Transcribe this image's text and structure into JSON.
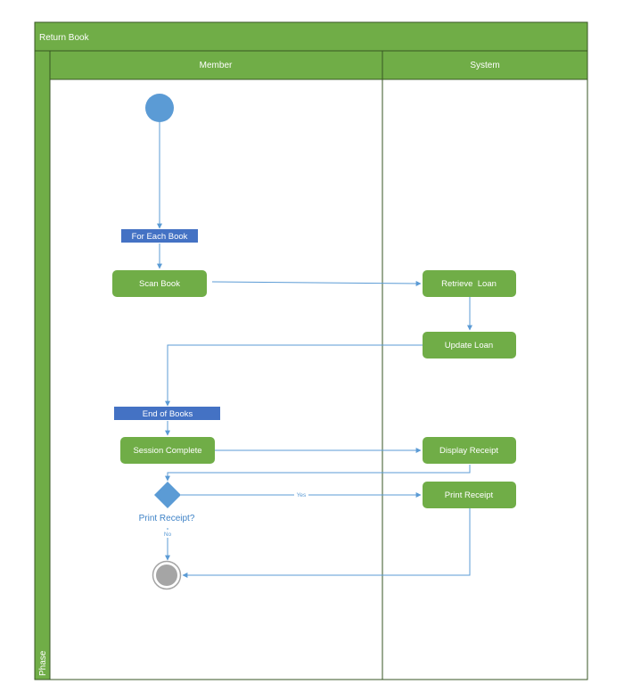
{
  "title": "Return Book",
  "phase_label": "Phase",
  "lanes": {
    "member": "Member",
    "system": "System"
  },
  "nodes": {
    "for_each": "For Each Book",
    "scan_book": "Scan Book",
    "retrieve_loan": "Retrieve  Loan",
    "update_loan": "Update Loan",
    "end_of_books": "End of Books",
    "session_complete": "Session Complete",
    "display_receipt": "Display Receipt",
    "print_receipt": "Print Receipt",
    "decision": "Print Receipt?"
  },
  "edge_labels": {
    "yes": "Yes",
    "no": "No"
  },
  "colors": {
    "header_green": "#70ad47",
    "border_dark": "#375623",
    "flow_blue": "#5b9bd5",
    "bar_blue": "#4472c4",
    "start_blue": "#5b9bd5",
    "end_gray": "#a5a5a5"
  }
}
